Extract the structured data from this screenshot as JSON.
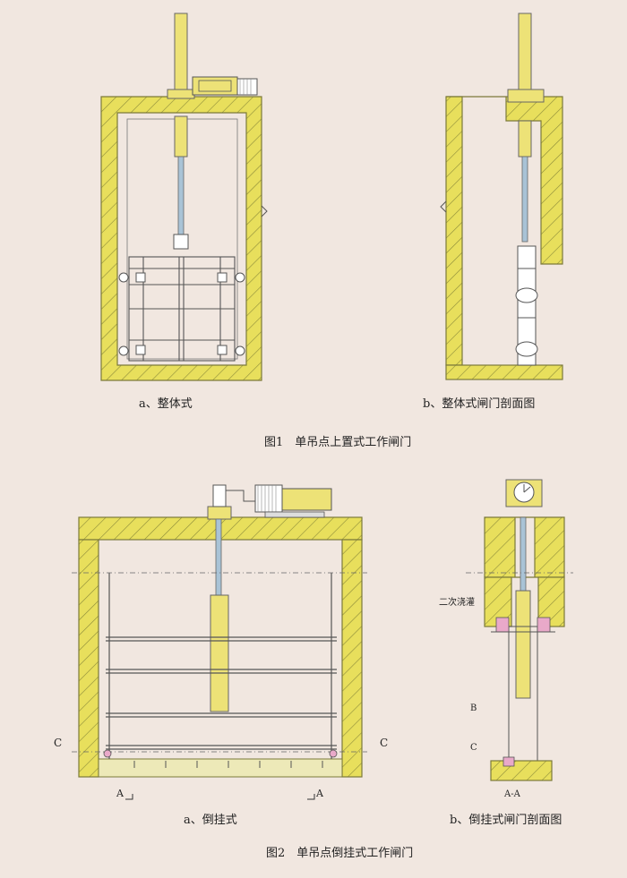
{
  "figure1": {
    "caption": "图1　单吊点上置式工作闸门",
    "panel_a_label": "a、整体式",
    "panel_b_label": "b、整体式闸门剖面图"
  },
  "figure2": {
    "caption": "图2　单吊点倒挂式工作闸门",
    "panel_a_label": "a、倒挂式",
    "panel_b_label": "b、倒挂式闸门剖面图",
    "section_c_left": "C",
    "section_c_right": "C",
    "section_a_left": "A",
    "section_a_right": "A",
    "label_secondary_pour": "二次浇灌",
    "label_b": "B",
    "label_c": "C",
    "label_aa": "A-A"
  },
  "colors": {
    "concrete": "#e8df5c",
    "concrete_edge": "#8a8a3a",
    "hatch": "#6f6f2a",
    "rod": "#a9c3d6",
    "cylinder": "#ede277",
    "line": "#555555",
    "background": "#f1e7e0"
  }
}
